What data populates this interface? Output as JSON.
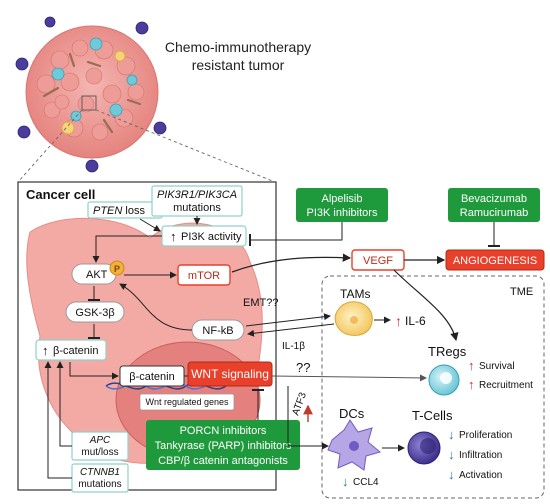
{
  "header": {
    "title_line1": "Chemo-immunotherapy",
    "title_line2": "resistant tumor"
  },
  "cancer_cell": {
    "label": "Cancer cell",
    "pten_gene": "PTEN",
    "pten_suffix": "loss",
    "pik3_genes": "PIK3R1/PIK3CA",
    "pik3_suffix": "mutations",
    "pi3k_activity": "PI3K activity",
    "akt": "AKT",
    "p_badge": "P",
    "mtor": "mTOR",
    "gsk": "GSK-3β",
    "nfkb": "NF-kB",
    "emt": "EMT??",
    "b_catenin_up": "β-catenin",
    "b_catenin_nuc": "β-catenin",
    "wnt_signaling": "WNT signaling",
    "wnt_genes": "Wnt regulated genes",
    "apc_gene": "APC",
    "apc_suffix": "mut/loss",
    "ctnnb1_gene": "CTNNB1",
    "ctnnb1_suffix": "mutations"
  },
  "drugs": {
    "pi3k_line1": "Alpelisib",
    "pi3k_line2": "PI3K inhibitors",
    "vegf_line1": "Bevacizumab",
    "vegf_line2": "Ramucirumab",
    "wnt_line1": "PORCN inhibitors",
    "wnt_line2": "Tankyrase (PARP) inhibitors",
    "wnt_line3": "CBP/β catenin antagonists"
  },
  "microenvironment": {
    "vegf": "VEGF",
    "angiogenesis": "ANGIOGENESIS",
    "tme": "TME",
    "tams": "TAMs",
    "il6": "IL-6",
    "il1b": "IL-1β",
    "tregs": "TRegs",
    "survival": "Survival",
    "recruitment": "Recruitment",
    "unknown_link": "??",
    "dcs": "DCs",
    "atf3": "ATF3",
    "ccl4": "CCL4",
    "tcells": "T-Cells",
    "proliferation": "Proliferation",
    "infiltration": "Infiltration",
    "activation": "Activation"
  },
  "colors": {
    "drug_green": "#1e9a3c",
    "highlight_red": "#e8402a",
    "pathway_box_border": "#8fd2c8",
    "cell_pink": "#f2a7a2",
    "nucleus_pink": "#e37f7c",
    "up_arrow_red": "#c0392b",
    "down_arrow_blue": "#2f6fc0"
  }
}
